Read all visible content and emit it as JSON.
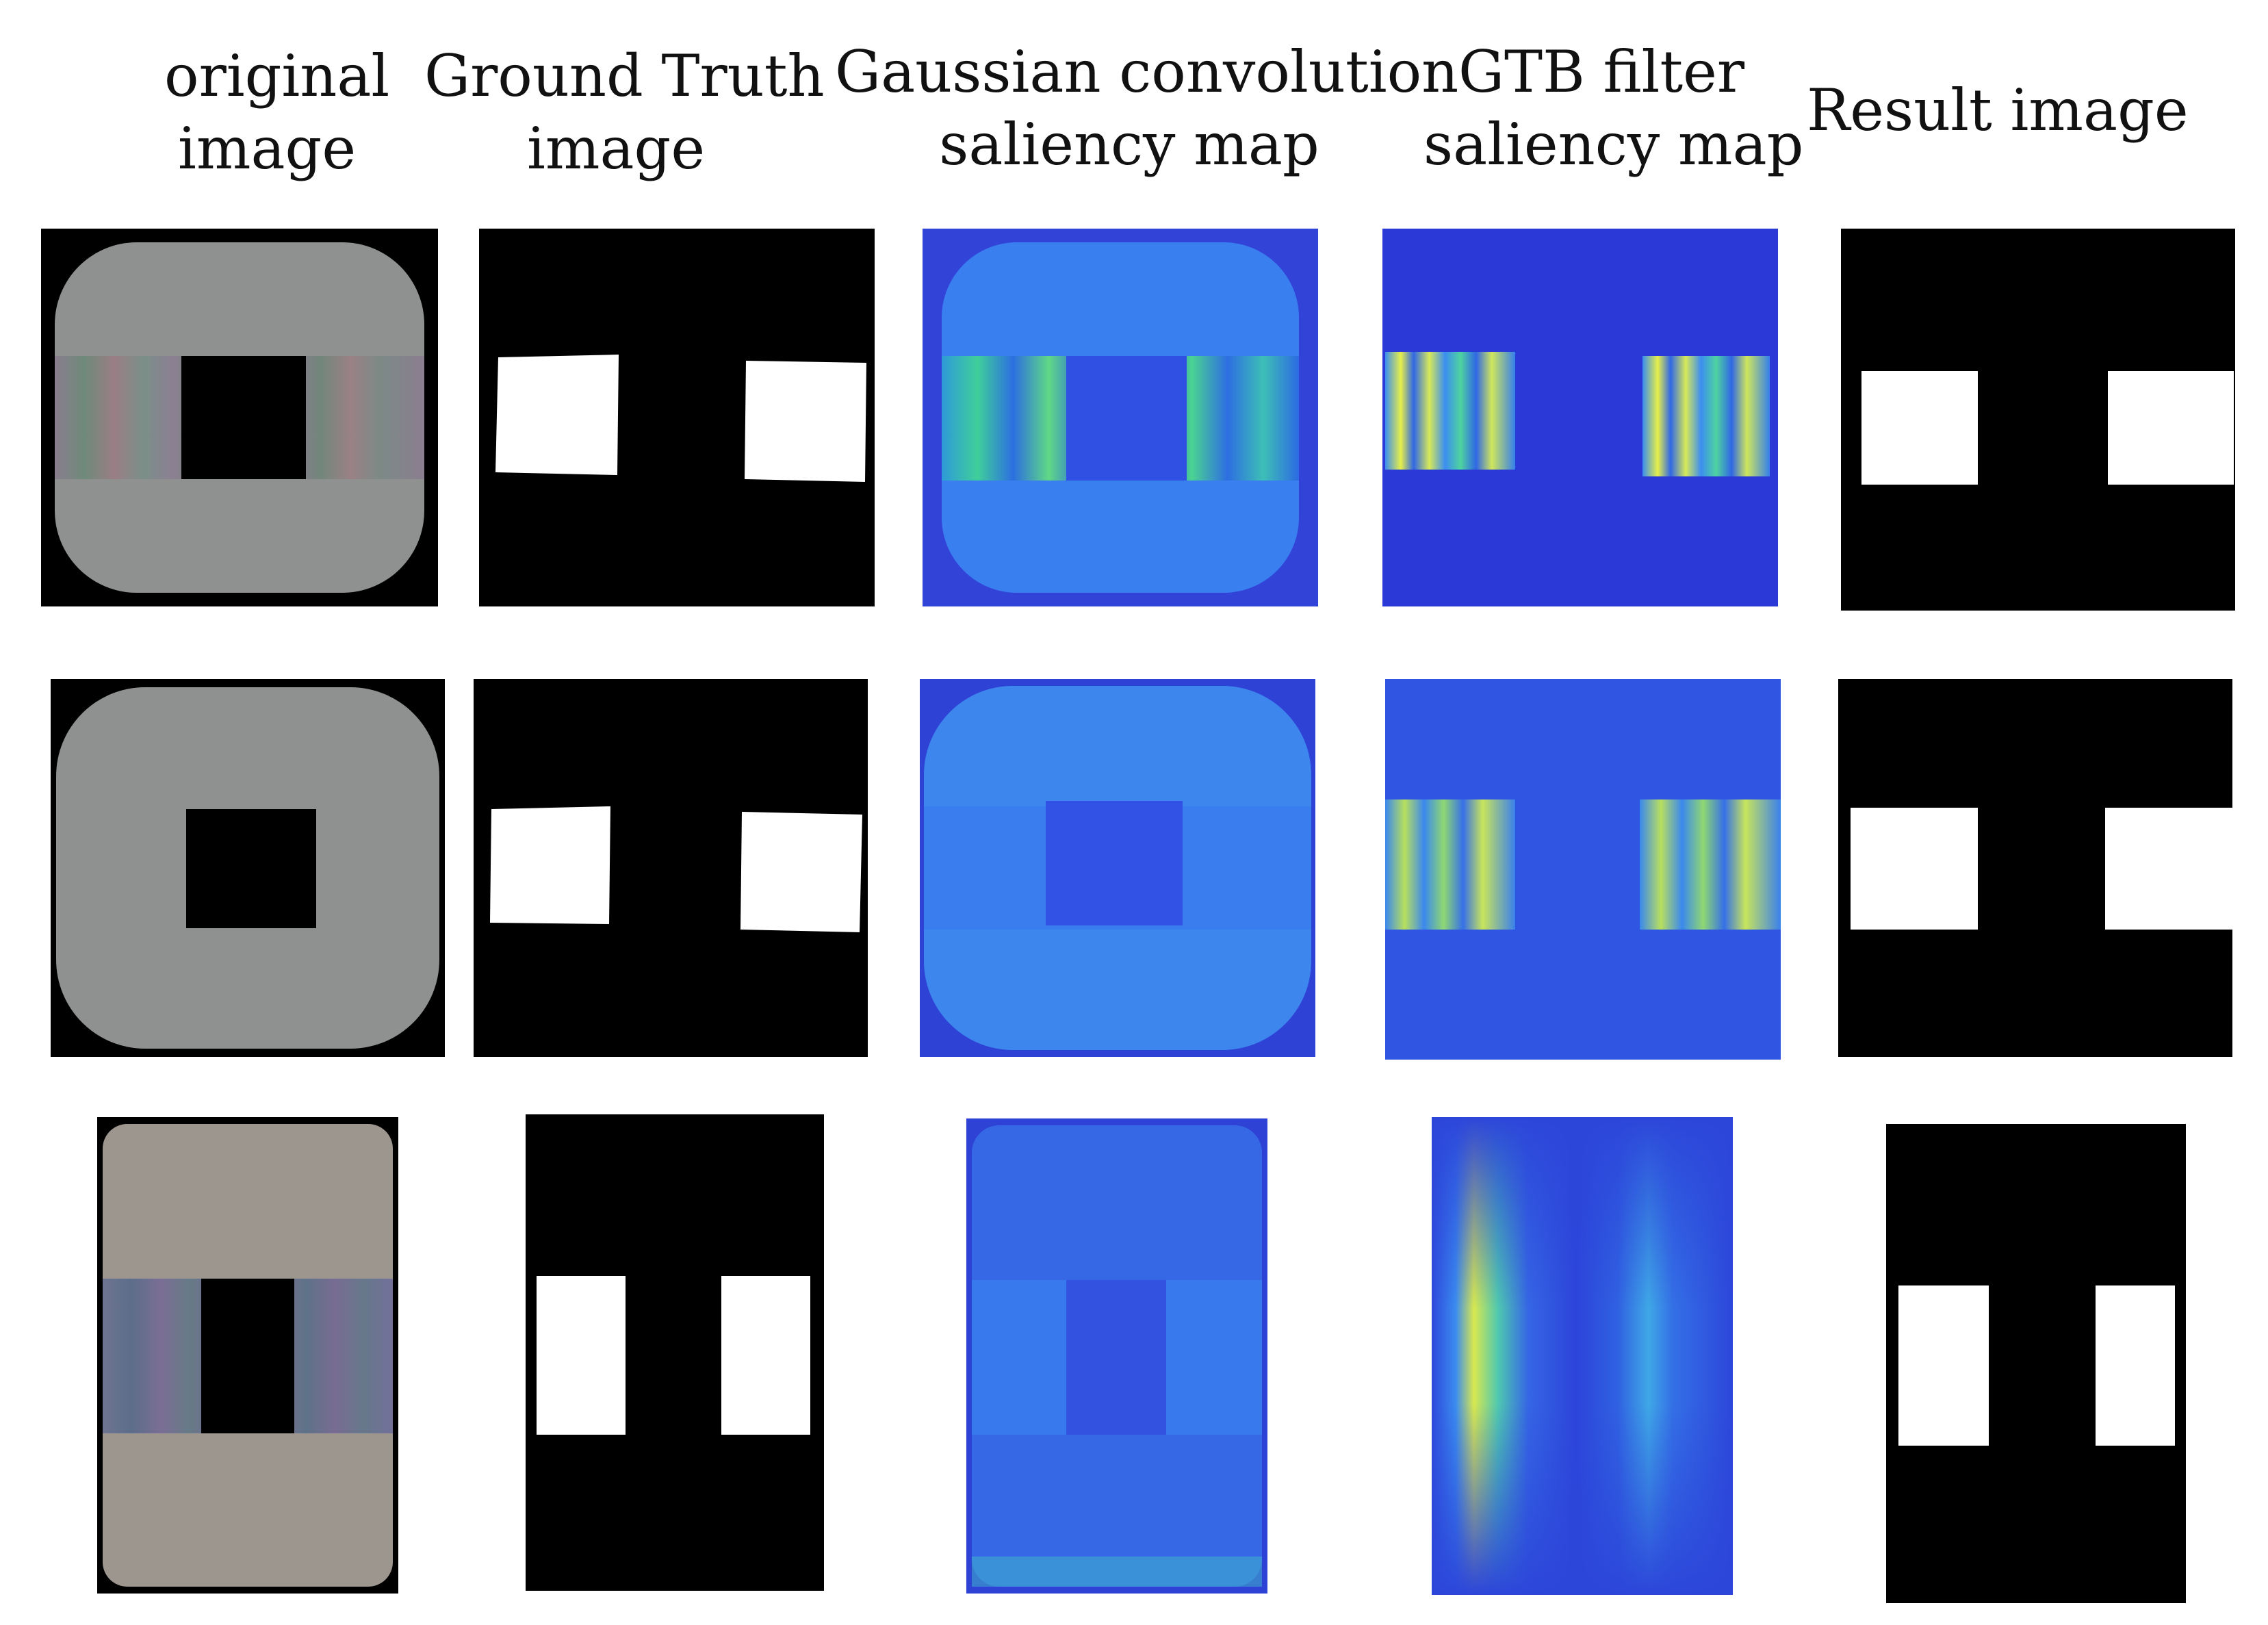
{
  "figure": {
    "columns": [
      {
        "id": "original",
        "lines": [
          "original",
          "image"
        ]
      },
      {
        "id": "ground_truth",
        "lines": [
          "Ground Truth",
          "image"
        ]
      },
      {
        "id": "gaussian",
        "lines": [
          "Gaussian convolution",
          "saliency map"
        ]
      },
      {
        "id": "gtb",
        "lines": [
          "GTB filter",
          "saliency map"
        ]
      },
      {
        "id": "result",
        "lines": [
          "Result image"
        ]
      }
    ],
    "rows": [
      {
        "id": "sample-1",
        "stripes_visible_in_original": true
      },
      {
        "id": "sample-2",
        "stripes_visible_in_original": false
      },
      {
        "id": "sample-3",
        "stripes_visible_in_original": true
      }
    ],
    "colors": {
      "background": "#000000",
      "mask_white": "#ffffff",
      "screen_gray": "#8e9190",
      "saliency_low": "#2b3be0",
      "saliency_mid": "#3f8ef2",
      "saliency_high": "#e6ef4a"
    }
  }
}
